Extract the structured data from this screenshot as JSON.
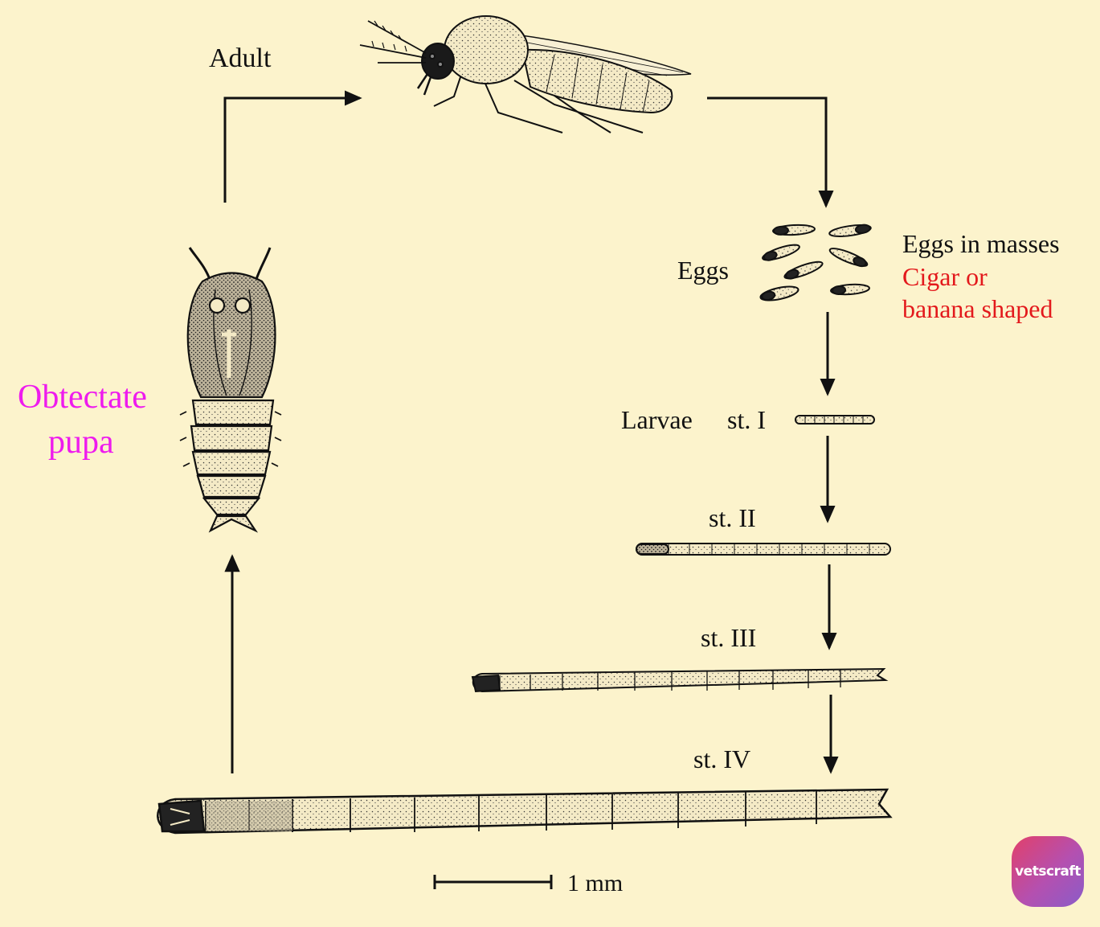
{
  "labels": {
    "adult": "Adult",
    "eggs": "Eggs",
    "eggs_note_line1": "Eggs in masses",
    "eggs_note_line2": "Cigar or",
    "eggs_note_line3": "banana shaped",
    "larvae": "Larvae",
    "st1": "st. I",
    "st2": "st. II",
    "st3": "st. III",
    "st4": "st. IV",
    "pupa_line1": "Obtectate",
    "pupa_line2": "pupa",
    "scale": "1 mm"
  },
  "brand": {
    "name": "vetscraft"
  },
  "colors": {
    "background": "#fcf3cc",
    "ink": "#111111",
    "egg_note": "#e3191c",
    "pupa_label": "#ee1bee",
    "body_fill": "#f6eccb"
  },
  "icons": [
    "midge-adult-icon",
    "egg-icon",
    "larva-icon",
    "pupa-icon",
    "arrow-icon",
    "scale-bar-icon"
  ]
}
